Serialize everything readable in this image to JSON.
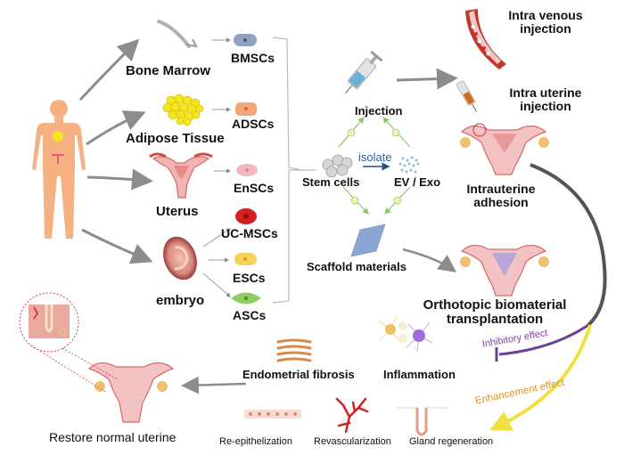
{
  "sources": {
    "bone_marrow": "Bone Marrow",
    "adipose": "Adipose Tissue",
    "uterus": "Uterus",
    "embryo": "embryo"
  },
  "cells": [
    {
      "label": "BMSCs",
      "color": "#8fa3c0"
    },
    {
      "label": "ADSCs",
      "color": "#f0a878"
    },
    {
      "label": "EnSCs",
      "color": "#f4b9bd"
    },
    {
      "label": "UC-MSCs",
      "color": "#d41f1f"
    },
    {
      "label": "ESCs",
      "color": "#f5d25a"
    },
    {
      "label": "ASCs",
      "color": "#8fce62"
    }
  ],
  "therapy": {
    "injection": "Injection",
    "stem_cells": "Stem cells",
    "isolate": "isolate",
    "ev_exo": "EV / Exo",
    "scaffold": "Scaffold materials"
  },
  "delivery": {
    "iv_line1": "Intra venous",
    "iv_line2": "injection",
    "iu_line1": "Intra uterine",
    "iu_line2": "injection",
    "iua_line1": "Intrauterine",
    "iua_line2": "adhesion",
    "otb_line1": "Orthotopic biomaterial",
    "otb_line2": "transplantation"
  },
  "effects": {
    "inhibitory": "Inhibitory effect",
    "enhancement": "Enhancement effect",
    "fibrosis": "Endometrial fibrosis",
    "inflammation": "Inflammation",
    "reepithelization": "Re-epithelization",
    "revascularization": "Revascularization",
    "gland": "Gland regeneration",
    "restore": "Restore normal uterine"
  },
  "colors": {
    "arrow_gray": "#8c8c8c",
    "inhibitory": "#6b3f9a",
    "enhancement": "#f0e040",
    "isolate": "#2b5ea8",
    "uterus": "#e88a8a",
    "body": "#f6b183"
  }
}
